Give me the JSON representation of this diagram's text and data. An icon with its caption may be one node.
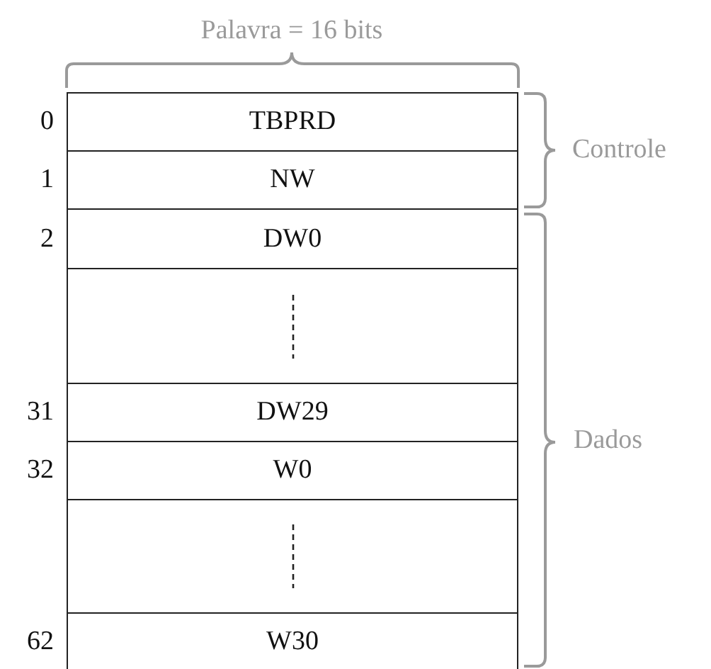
{
  "diagram": {
    "nodes": [
      {
        "text": [
          "TBPRD"
        ]
      },
      {
        "text": [
          "NW"
        ]
      },
      {
        "text": [
          "DW0"
        ]
      },
      {
        "text": [],
        "shape": "box"
      },
      {
        "text": [
          "DW29"
        ]
      },
      {
        "text": [
          "W0"
        ]
      },
      {
        "text": [],
        "shape": "box"
      },
      {
        "text": [
          "W30"
        ]
      }
    ],
    "labels": [
      "Palavra = 16 bits",
      "0",
      "1",
      "2",
      "31",
      "32",
      "62",
      "Controle",
      "Dados"
    ]
  }
}
